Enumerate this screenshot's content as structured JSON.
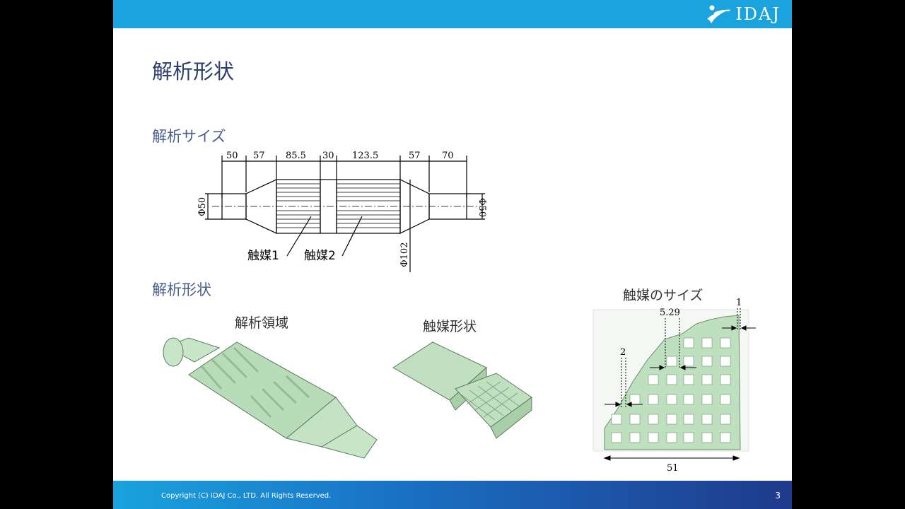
{
  "header": {
    "logo_text": "IDAJ"
  },
  "slide": {
    "title": "解析形状",
    "section_size": "解析サイズ",
    "section_shape": "解析形状",
    "caption_domain": "解析領域",
    "caption_catalyst_shape": "触媒形状",
    "caption_catalyst_size": "触媒のサイズ"
  },
  "drawing": {
    "dimensions": [
      "50",
      "57",
      "85.5",
      "30",
      "123.5",
      "57",
      "70"
    ],
    "diameter_left": "Φ50",
    "diameter_right": "Φ50",
    "diameter_body": "Φ102",
    "label_catalyst1": "触媒1",
    "label_catalyst2": "触媒2"
  },
  "catalyst_size": {
    "pitch": "5.29",
    "wall": "1",
    "cell": "2",
    "width": "51"
  },
  "footer": {
    "copyright": "Copyright (C)  IDAJ Co., LTD. All Rights Reserved.",
    "page_number": "3"
  },
  "colors": {
    "header_blue": "#1aa3dd",
    "title_navy": "#2d3f6e",
    "model_green": "#b8dcb8"
  }
}
